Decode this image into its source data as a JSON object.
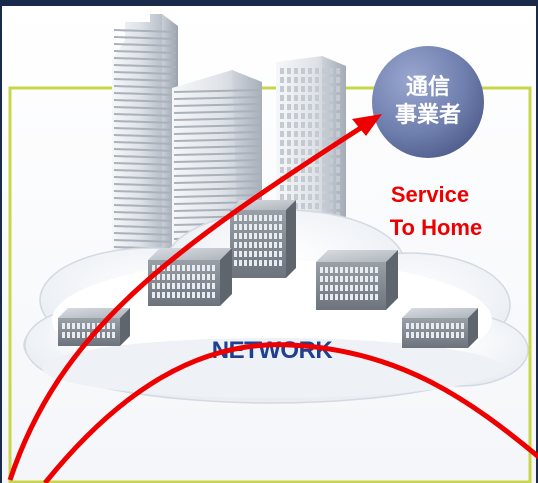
{
  "operator_badge": {
    "line1": "通信",
    "line2": "事業者"
  },
  "service_label": {
    "line1": "Service",
    "line2": "To Home"
  },
  "network_label": "NETWORK",
  "colors": {
    "frame_border": "#c7d64a",
    "badge_fill": "#6f7fae",
    "arrow": "#ee0000",
    "service_text": "#ee0000",
    "network_text": "#1f3f8f",
    "outer_background": "#1a2a4a"
  },
  "icons": {
    "badge": "operator-circle-badge",
    "buildings": "office-tower-icon",
    "servers": "server-rack-icon",
    "cloud": "network-cloud-icon",
    "arrows": "curved-arrow-icon"
  }
}
